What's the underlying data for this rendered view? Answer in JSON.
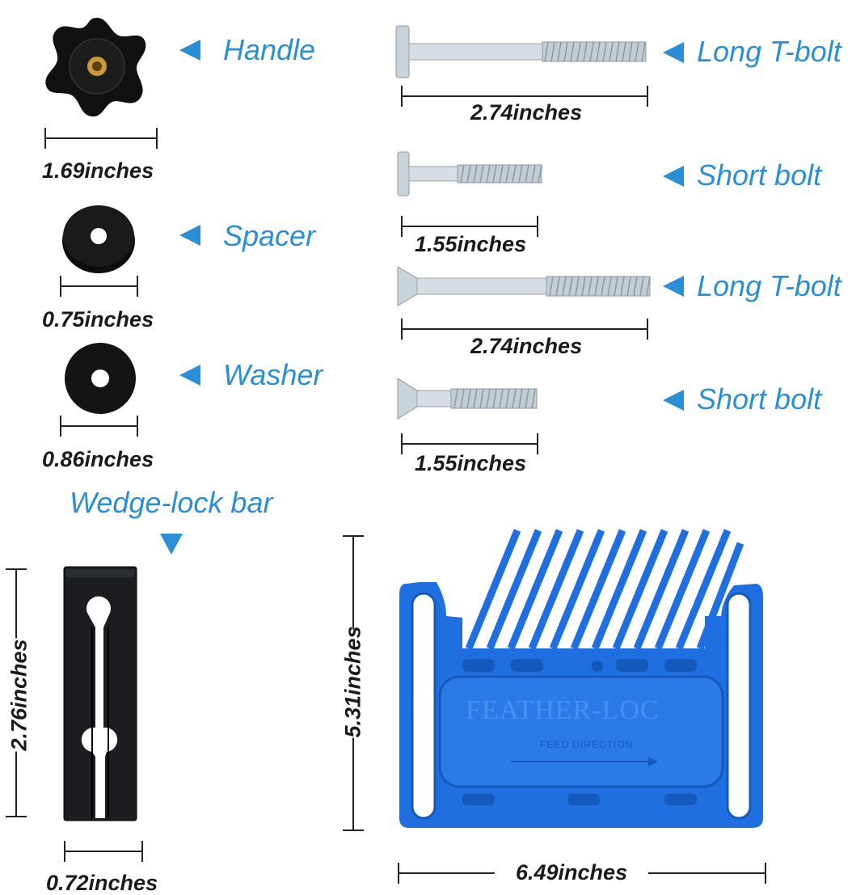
{
  "parts": {
    "handle": {
      "label": "Handle",
      "size": "1.69inches"
    },
    "spacer": {
      "label": "Spacer",
      "size": "0.75inches"
    },
    "washer": {
      "label": "Washer",
      "size": "0.86inches"
    },
    "long_tbolt_1": {
      "label": "Long T-bolt",
      "size": "2.74inches"
    },
    "short_bolt_1": {
      "label": "Short bolt",
      "size": "1.55inches"
    },
    "long_tbolt_2": {
      "label": "Long T-bolt",
      "size": "2.74inches"
    },
    "short_bolt_2": {
      "label": "Short bolt",
      "size": "1.55inches"
    },
    "wedge_lock_bar": {
      "label": "Wedge-lock bar",
      "height": "2.76inches",
      "width": "0.72inches"
    },
    "featherboard": {
      "height": "5.31inches",
      "width": "6.49inches",
      "brand": "FEATHER-LOC",
      "feed_text": "FEED DIRECTION"
    }
  },
  "colors": {
    "accent": "#2a8fd6",
    "board": "#1f6fe0",
    "dark": "#111111"
  }
}
